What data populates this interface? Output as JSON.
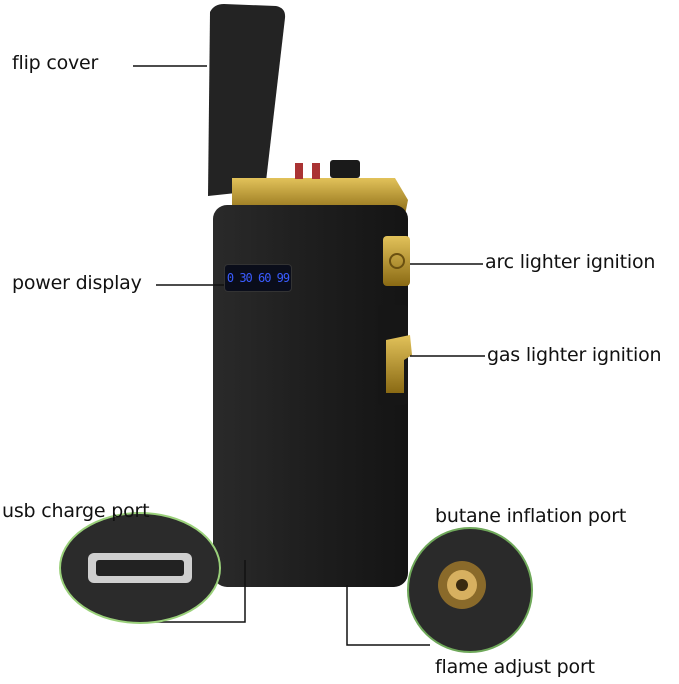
{
  "labels": {
    "flip_cover": "flip cover",
    "power_display": "power display",
    "arc_ignition": "arc lighter ignition",
    "gas_ignition": "gas lighter ignition",
    "usb_port": "usb charge port",
    "butane_port": "butane inflation port",
    "flame_adjust": "flame adjust port"
  },
  "display_text": "0 30 60 99",
  "colors": {
    "body": "#1c1c1c",
    "gold": "#b8941f",
    "display": "#3a5cff"
  }
}
